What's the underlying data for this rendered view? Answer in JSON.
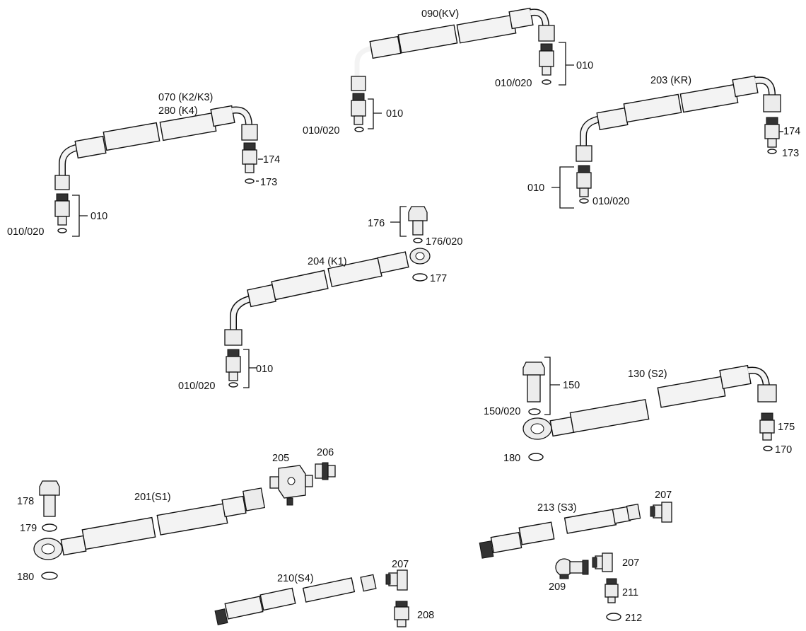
{
  "diagram": {
    "assemblies": [
      {
        "id": "kv",
        "labels": [
          {
            "key": "hose",
            "text": "090(KV)"
          },
          {
            "key": "fit_r",
            "text": "010"
          },
          {
            "key": "ring_r",
            "text": "010/020"
          },
          {
            "key": "fit_l",
            "text": "010"
          },
          {
            "key": "ring_l",
            "text": "010/020"
          }
        ]
      },
      {
        "id": "k2k3",
        "labels": [
          {
            "key": "hose1",
            "text": "070 (K2/K3)"
          },
          {
            "key": "hose2",
            "text": "280 (K4)"
          },
          {
            "key": "fit_r",
            "text": "174"
          },
          {
            "key": "ring_r",
            "text": "173"
          },
          {
            "key": "fit_l",
            "text": "010"
          },
          {
            "key": "ring_l",
            "text": "010/020"
          }
        ]
      },
      {
        "id": "kr",
        "labels": [
          {
            "key": "hose",
            "text": "203 (KR)"
          },
          {
            "key": "fit_r",
            "text": "174"
          },
          {
            "key": "ring_r",
            "text": "173"
          },
          {
            "key": "fit_l",
            "text": "010"
          },
          {
            "key": "ring_l",
            "text": "010/020"
          }
        ]
      },
      {
        "id": "k1",
        "labels": [
          {
            "key": "bolt",
            "text": "176"
          },
          {
            "key": "bolt_ring",
            "text": "176/020"
          },
          {
            "key": "hose",
            "text": "204 (K1)"
          },
          {
            "key": "ring_eye",
            "text": "177"
          },
          {
            "key": "fit_l",
            "text": "010"
          },
          {
            "key": "ring_l",
            "text": "010/020"
          }
        ]
      },
      {
        "id": "s2",
        "labels": [
          {
            "key": "bolt",
            "text": "150"
          },
          {
            "key": "hose",
            "text": "130 (S2)"
          },
          {
            "key": "bolt_ring",
            "text": "150/020"
          },
          {
            "key": "fit_r",
            "text": "175"
          },
          {
            "key": "ring_eye",
            "text": "180"
          },
          {
            "key": "ring_r",
            "text": "170"
          }
        ]
      },
      {
        "id": "s1",
        "labels": [
          {
            "key": "block",
            "text": "205"
          },
          {
            "key": "nut",
            "text": "206"
          },
          {
            "key": "bolt",
            "text": "178"
          },
          {
            "key": "hose",
            "text": "201(S1)"
          },
          {
            "key": "ring1",
            "text": "179"
          },
          {
            "key": "ring2",
            "text": "180"
          }
        ]
      },
      {
        "id": "s3",
        "labels": [
          {
            "key": "elbow1",
            "text": "207"
          },
          {
            "key": "hose",
            "text": "213 (S3)"
          },
          {
            "key": "elbow2",
            "text": "207"
          },
          {
            "key": "tee",
            "text": "209"
          },
          {
            "key": "fit",
            "text": "211"
          },
          {
            "key": "ring",
            "text": "212"
          }
        ]
      },
      {
        "id": "s4",
        "labels": [
          {
            "key": "elbow",
            "text": "207"
          },
          {
            "key": "hose",
            "text": "210(S4)"
          },
          {
            "key": "fit",
            "text": "208"
          }
        ]
      }
    ]
  }
}
